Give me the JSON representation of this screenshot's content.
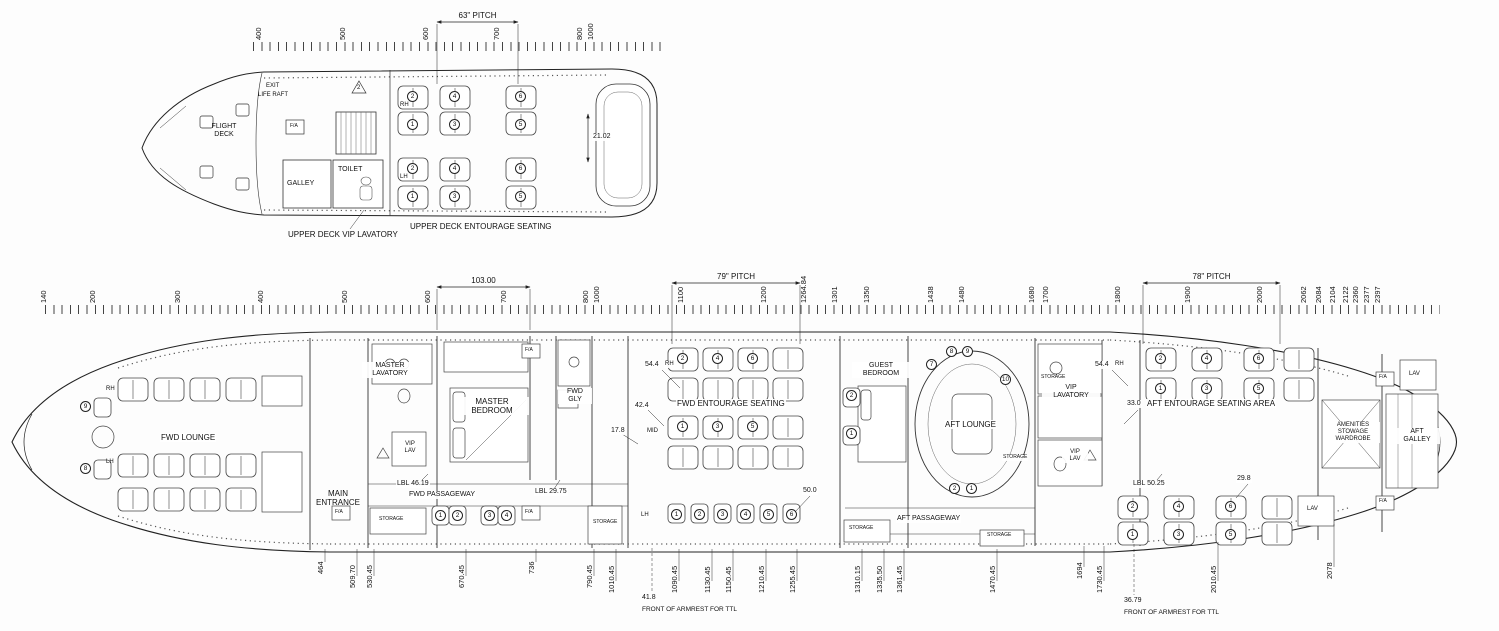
{
  "upper": {
    "pitch_label": "63\" PITCH",
    "stations": [
      "400",
      "500",
      "600",
      "700",
      "800",
      "1000"
    ],
    "exit_label": "EXIT",
    "life_raft_label": "LIFE RAFT",
    "flight_deck_label": "FLIGHT\nDECK",
    "fa_label": "F/A",
    "galley_label": "GALLEY",
    "toilet_label": "TOILET",
    "placard_number": "2",
    "dim_21_02": "21.02",
    "rh_label": "RH",
    "lh_label": "LH",
    "lavatory_caption": "UPPER DECK VIP LAVATORY",
    "seating_caption": "UPPER DECK ENTOURAGE SEATING",
    "seats_top_row1": [
      "2",
      "4",
      "6"
    ],
    "seats_top_row2": [
      "1",
      "3",
      "5"
    ],
    "seats_bottom_row1": [
      "2",
      "4",
      "6"
    ],
    "seats_bottom_row2": [
      "1",
      "3",
      "5"
    ]
  },
  "main": {
    "stations": [
      "140",
      "200",
      "300",
      "400",
      "500",
      "600",
      "700",
      "800",
      "1000",
      "1100",
      "1200",
      "1264.84",
      "1301",
      "1350",
      "1438",
      "1480",
      "1680",
      "1700",
      "1800",
      "1900",
      "2000",
      "2062",
      "2084",
      "2104",
      "2122",
      "2360",
      "2377",
      "2397"
    ],
    "dim_103": "103.00",
    "pitch_fwd": "79\" PITCH",
    "pitch_aft": "78\" PITCH",
    "dim_54_4_fwd": "54.4",
    "dim_42_4": "42.4",
    "dim_17_8": "17.8",
    "dim_50_0": "50.0",
    "dim_33_0": "33.0",
    "dim_54_4_aft": "54.4",
    "dim_29_8": "29.8",
    "lbl_46_19": "LBL 46.19",
    "lbl_29_75": "LBL 29.75",
    "lbl_50_25": "LBL 50.25",
    "rooms": {
      "fwd_lounge": "FWD LOUNGE",
      "main_entrance": "MAIN\nENTRANCE",
      "master_lavatory": "MASTER\nLAVATORY",
      "vip_lav": "VIP\nLAV",
      "fwd_passageway": "FWD PASSAGEWAY",
      "storage": "STORAGE",
      "master_bedroom": "MASTER\nBEDROOM",
      "fwd_gly": "FWD\nGLY",
      "fwd_entourage": "FWD ENTOURAGE SEATING",
      "guest_bedroom": "GUEST\nBEDROOM",
      "aft_lounge": "AFT LOUNGE",
      "vip_lavatory": "VIP\nLAVATORY",
      "aft_passageway": "AFT PASSAGEWAY",
      "aft_entourage": "AFT ENTOURAGE SEATING AREA",
      "amenities": "AMENITIES\nSTOWAGE\nWARDROBE",
      "aft_galley": "AFT\nGALLEY",
      "lav": "LAV"
    },
    "fa_label": "F/A",
    "rh_label": "RH",
    "lh_label": "LH",
    "mid_label": "MID",
    "bottom_dims": [
      "464",
      "509.70",
      "530.45",
      "670.45",
      "736",
      "790.45",
      "1010.45",
      "1090.45",
      "1130.45",
      "1150.45",
      "1210.45",
      "1255.45",
      "1310.15",
      "1335.50",
      "1361.45",
      "1470.45",
      "1694",
      "1730.45",
      "2010.45",
      "2078"
    ],
    "note_41_8": "41.8",
    "note_36_79": "36.79",
    "armrest_note": "FRONT OF ARMREST FOR TTL",
    "seats": {
      "lounge": [
        "9",
        "8"
      ],
      "entrance": [
        "1",
        "2",
        "3",
        "4"
      ],
      "fwd_row1": [
        "2",
        "4",
        "6"
      ],
      "fwd_row2": [
        "1",
        "3",
        "5"
      ],
      "fwd_strip": [
        "1",
        "2",
        "3",
        "4",
        "5",
        "6"
      ],
      "guest": [
        "2",
        "1"
      ],
      "aft_lounge_top": [
        "7",
        "8",
        "9",
        "10"
      ],
      "aft_lounge_bottom": [
        "2",
        "1"
      ],
      "aft_row1": [
        "2",
        "4",
        "6"
      ],
      "aft_row2": [
        "1",
        "3",
        "5"
      ],
      "aft_bottom_row1": [
        "2",
        "4",
        "6"
      ],
      "aft_bottom_row2": [
        "1",
        "3",
        "5"
      ]
    }
  }
}
